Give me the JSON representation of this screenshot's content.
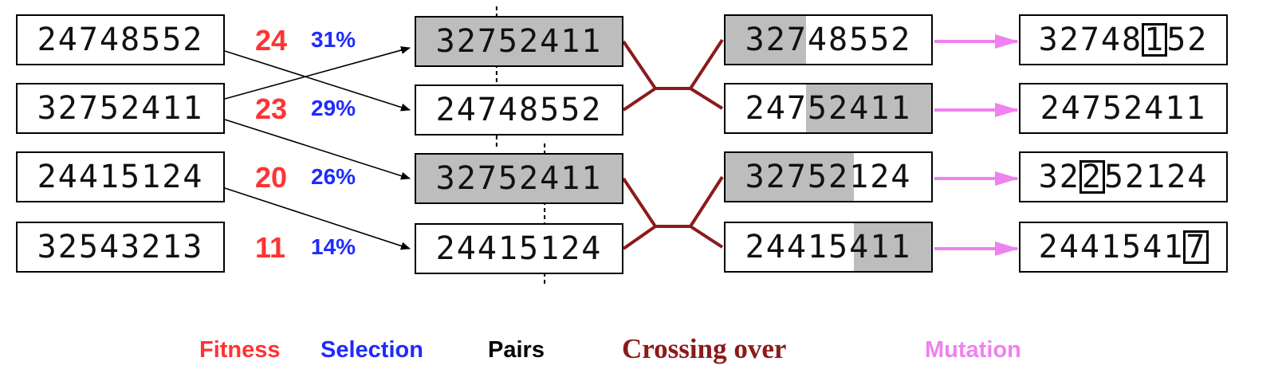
{
  "colors": {
    "fitness": "#ff3333",
    "selection": "#1f2bff",
    "pairs": "#000000",
    "crossing_over": "#8b1a1a",
    "mutation": "#ee82ee",
    "shade": "#bdbdbd"
  },
  "population": [
    {
      "genes": "24748552",
      "fitness": "24",
      "selection": "31%"
    },
    {
      "genes": "32752411",
      "fitness": "23",
      "selection": "29%"
    },
    {
      "genes": "24415124",
      "fitness": "20",
      "selection": "26%"
    },
    {
      "genes": "32543213",
      "fitness": "11",
      "selection": "14%"
    }
  ],
  "pairs": [
    {
      "genes": "32752411",
      "shaded": true,
      "crosspoint": 3
    },
    {
      "genes": "24748552",
      "shaded": false,
      "crosspoint": 3
    },
    {
      "genes": "32752411",
      "shaded": true,
      "crosspoint": 5
    },
    {
      "genes": "24415124",
      "shaded": false,
      "crosspoint": 5
    }
  ],
  "crossover": [
    {
      "genes": "32748552",
      "shaded_from": 0,
      "shaded_to": 3
    },
    {
      "genes": "24752411",
      "shaded_from": 3,
      "shaded_to": 8
    },
    {
      "genes": "32752124",
      "shaded_from": 0,
      "shaded_to": 5
    },
    {
      "genes": "24415411",
      "shaded_from": 5,
      "shaded_to": 8
    }
  ],
  "mutation": [
    {
      "genes": "32748152",
      "mutated_index": 5
    },
    {
      "genes": "24752411",
      "mutated_index": -1
    },
    {
      "genes": "32252124",
      "mutated_index": 2
    },
    {
      "genes": "24415417",
      "mutated_index": 7
    }
  ],
  "legend": {
    "fitness": "Fitness",
    "selection": "Selection",
    "pairs": "Pairs",
    "crossing_over": "Crossing over",
    "mutation": "Mutation"
  }
}
